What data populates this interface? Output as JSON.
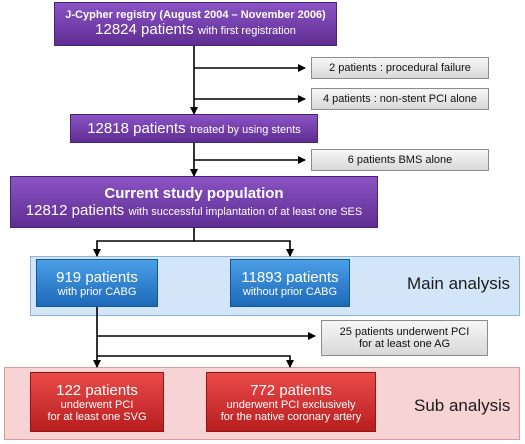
{
  "registry": {
    "title": "J-Cypher registry (August 2004 – November 2006)",
    "count": "12824 patients",
    "detail": "with first registration"
  },
  "excl1": "2 patients : procedural failure",
  "excl2": "4 patients : non-stent PCI alone",
  "stents": {
    "count": "12818 patients",
    "detail": "treated by using stents"
  },
  "excl3": "6 patients BMS alone",
  "population": {
    "title": "Current study population",
    "count": "12812 patients",
    "detail": "with successful implantation of at least one SES"
  },
  "main": {
    "label": "Main analysis",
    "prior": {
      "line1": "919 patients",
      "line2": "with prior CABG"
    },
    "without": {
      "line1": "11893 patients",
      "line2": "without prior CABG"
    }
  },
  "excl4": {
    "line1": "25 patients underwent PCI",
    "line2": "for at least one AG"
  },
  "sub": {
    "label": "Sub analysis",
    "svg": {
      "line1": "122 patients",
      "line2": "underwent PCI",
      "line3": "for at least one SVG"
    },
    "native": {
      "line1": "772 patients",
      "line2": "underwent PCI exclusively",
      "line3": "for the native coronary artery"
    }
  },
  "colors": {
    "purple": "#6a389e",
    "blue": "#2a7ccc",
    "red": "#d03030",
    "main_band": "#d3e5f9",
    "sub_band": "#f8d3d3"
  }
}
